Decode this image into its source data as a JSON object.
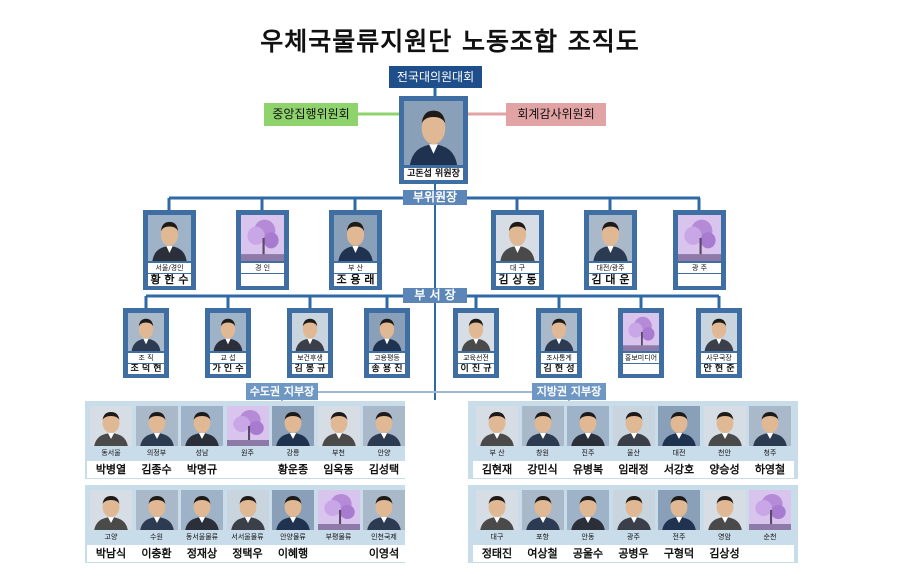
{
  "title": "우체국물류지원단 노동조합 조직도",
  "top_body": "전국대의원대회",
  "left_committee": "중앙집행위원회",
  "right_committee": "회계감사위원회",
  "chair": {
    "name": "고돈섭 위원장"
  },
  "labels": {
    "vice": "부위원장",
    "dept": "부 서 장",
    "metro": "수도권 지부장",
    "regional": "지방권 지부장"
  },
  "colors": {
    "navy": "#1f4f8a",
    "line": "#2f6aa6",
    "green": "#8fd36d",
    "pink": "#e2a3a4"
  },
  "vice_chairs": [
    {
      "role": "서울/경인",
      "name": "황 한 수",
      "photo": "person"
    },
    {
      "role": "경 인",
      "name": "",
      "photo": "placeholder"
    },
    {
      "role": "부 산",
      "name": "조 용 래",
      "photo": "person"
    },
    {
      "role": "대 구",
      "name": "김 상 동",
      "photo": "person"
    },
    {
      "role": "대전/광주",
      "name": "김 대 운",
      "photo": "person"
    },
    {
      "role": "광 주",
      "name": "",
      "photo": "placeholder"
    }
  ],
  "dept_heads": [
    {
      "role": "조 직",
      "name": "조 덕 현",
      "photo": "person"
    },
    {
      "role": "교 섭",
      "name": "가 인 수",
      "photo": "person"
    },
    {
      "role": "보건후생",
      "name": "김 봉 규",
      "photo": "person"
    },
    {
      "role": "고용평등",
      "name": "송 용 진",
      "photo": "person"
    },
    {
      "role": "교육선전",
      "name": "이 진 규",
      "photo": "person"
    },
    {
      "role": "조사통계",
      "name": "김 현 성",
      "photo": "person"
    },
    {
      "role": "홍보미디어",
      "name": "",
      "photo": "placeholder"
    },
    {
      "role": "사무국장",
      "name": "안 현 준",
      "photo": "person"
    }
  ],
  "metro_row1": [
    {
      "role": "동서울",
      "name": "박병열",
      "photo": "person"
    },
    {
      "role": "의정부",
      "name": "김종수",
      "photo": "person"
    },
    {
      "role": "성남",
      "name": "박명규",
      "photo": "person"
    },
    {
      "role": "원주",
      "name": "",
      "photo": "placeholder"
    },
    {
      "role": "강릉",
      "name": "황운종",
      "photo": "person"
    },
    {
      "role": "부천",
      "name": "임옥동",
      "photo": "person"
    },
    {
      "role": "안양",
      "name": "김성택",
      "photo": "person"
    }
  ],
  "metro_row2": [
    {
      "role": "고양",
      "name": "박남식",
      "photo": "person"
    },
    {
      "role": "수원",
      "name": "이충환",
      "photo": "person"
    },
    {
      "role": "동서울물류",
      "name": "정재상",
      "photo": "person"
    },
    {
      "role": "서서울물류",
      "name": "정택우",
      "photo": "person"
    },
    {
      "role": "안양물류",
      "name": "이혜행",
      "photo": "person"
    },
    {
      "role": "부평물류",
      "name": "",
      "photo": "placeholder"
    },
    {
      "role": "인천국제",
      "name": "이영석",
      "photo": "person"
    }
  ],
  "regional_row1": [
    {
      "role": "부 산",
      "name": "김현재",
      "photo": "person"
    },
    {
      "role": "창원",
      "name": "강민식",
      "photo": "person"
    },
    {
      "role": "진주",
      "name": "유병복",
      "photo": "person"
    },
    {
      "role": "울산",
      "name": "임래정",
      "photo": "person"
    },
    {
      "role": "대전",
      "name": "서강호",
      "photo": "person"
    },
    {
      "role": "천안",
      "name": "양승성",
      "photo": "person"
    },
    {
      "role": "청주",
      "name": "하영철",
      "photo": "person"
    }
  ],
  "regional_row2": [
    {
      "role": "대구",
      "name": "정태진",
      "photo": "person"
    },
    {
      "role": "포항",
      "name": "여상철",
      "photo": "person"
    },
    {
      "role": "안동",
      "name": "공울수",
      "photo": "person"
    },
    {
      "role": "광주",
      "name": "공병우",
      "photo": "person"
    },
    {
      "role": "전주",
      "name": "구형덕",
      "photo": "person"
    },
    {
      "role": "영암",
      "name": "김상성",
      "photo": "person"
    },
    {
      "role": "순천",
      "name": "",
      "photo": "placeholder"
    }
  ]
}
